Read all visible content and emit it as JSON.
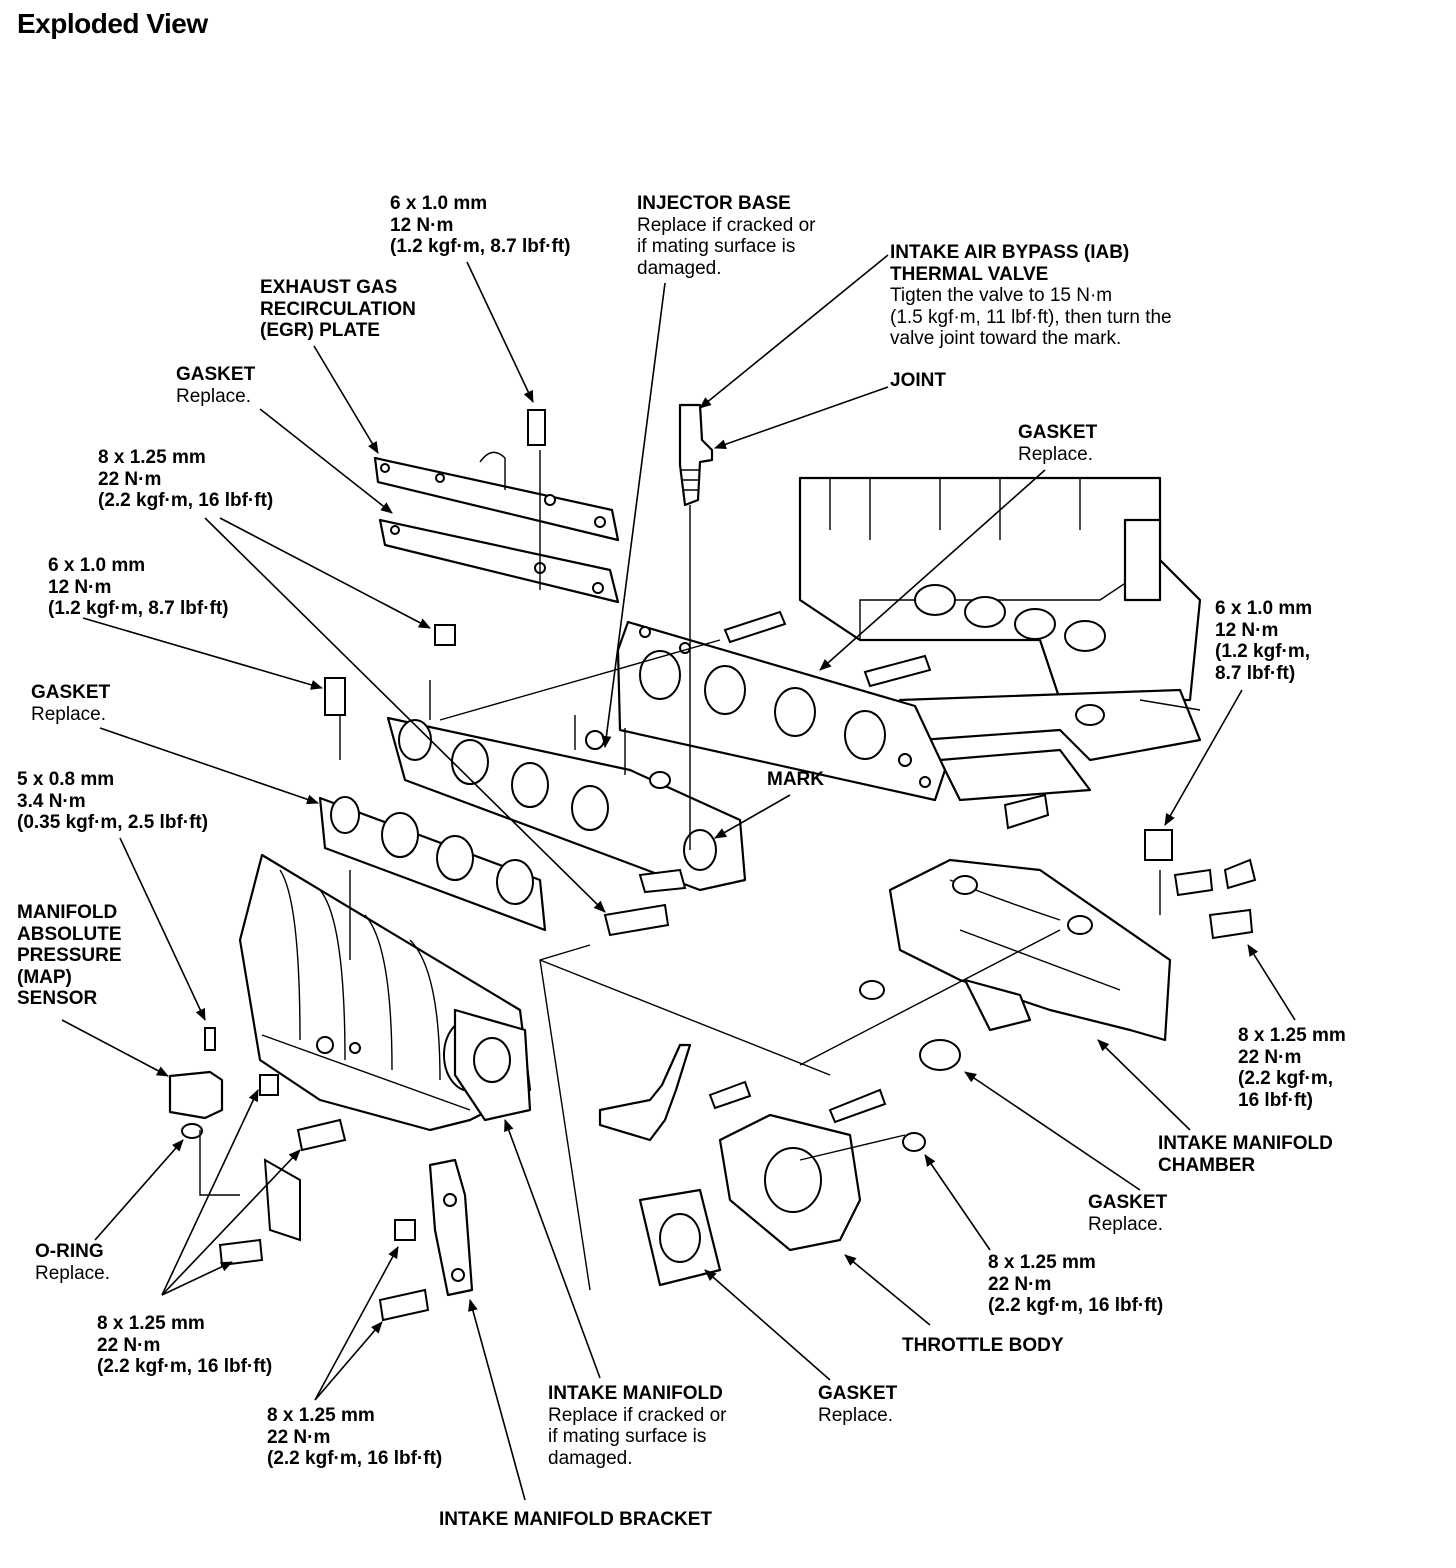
{
  "title": "Exploded View",
  "labels": {
    "bolt_egr": [
      "6 x 1.0 mm",
      "12 N·m",
      "(1.2 kgf·m, 8.7 lbf·ft)"
    ],
    "injector_base": [
      "INJECTOR BASE",
      "Replace if cracked or",
      "if mating surface is",
      "damaged."
    ],
    "iab_valve": [
      "INTAKE AIR BYPASS (IAB)",
      "THERMAL VALVE",
      "Tigten the valve to 15 N·m",
      "(1.5 kgf·m, 11 lbf·ft), then turn the",
      "valve joint toward the mark."
    ],
    "egr_plate": [
      "EXHAUST GAS",
      "RECIRCULATION",
      "(EGR) PLATE"
    ],
    "joint": [
      "JOINT"
    ],
    "gasket_egr": [
      "GASKET",
      "Replace."
    ],
    "gasket_head": [
      "GASKET",
      "Replace."
    ],
    "bolt_8_top": [
      "8 x 1.25 mm",
      "22 N·m",
      "(2.2 kgf·m, 16 lbf·ft)"
    ],
    "bolt_6_left": [
      "6 x 1.0 mm",
      "12 N·m",
      "(1.2 kgf·m, 8.7 lbf·ft)"
    ],
    "bolt_6_right": [
      "6 x 1.0 mm",
      "12 N·m",
      "(1.2 kgf·m,",
      "8.7 lbf·ft)"
    ],
    "gasket_base": [
      "GASKET",
      "Replace."
    ],
    "mark": [
      "MARK"
    ],
    "bolt_5": [
      "5 x 0.8 mm",
      "3.4 N·m",
      "(0.35 kgf·m, 2.5 lbf·ft)"
    ],
    "map_sensor": [
      "MANIFOLD",
      "ABSOLUTE",
      "PRESSURE",
      "(MAP)",
      "SENSOR"
    ],
    "bolt_8_right": [
      "8 x 1.25 mm",
      "22 N·m",
      "(2.2 kgf·m,",
      "16 lbf·ft)"
    ],
    "chamber": [
      "INTAKE MANIFOLD",
      "CHAMBER"
    ],
    "gasket_chamber": [
      "GASKET",
      "Replace."
    ],
    "o_ring": [
      "O-RING",
      "Replace."
    ],
    "bolt_8_throttle": [
      "8 x 1.25 mm",
      "22 N·m",
      "(2.2 kgf·m, 16 lbf·ft)"
    ],
    "bolt_8_lower_left": [
      "8 x 1.25 mm",
      "22 N·m",
      "(2.2 kgf·m, 16 lbf·ft)"
    ],
    "throttle_body": [
      "THROTTLE BODY"
    ],
    "intake_manifold": [
      "INTAKE MANIFOLD",
      "Replace if cracked or",
      "if mating surface is",
      "damaged."
    ],
    "gasket_throttle": [
      "GASKET",
      "Replace."
    ],
    "bolt_8_bottom": [
      "8 x 1.25 mm",
      "22 N·m",
      "(2.2 kgf·m, 16 lbf·ft)"
    ],
    "bracket": [
      "INTAKE MANIFOLD BRACKET"
    ]
  }
}
